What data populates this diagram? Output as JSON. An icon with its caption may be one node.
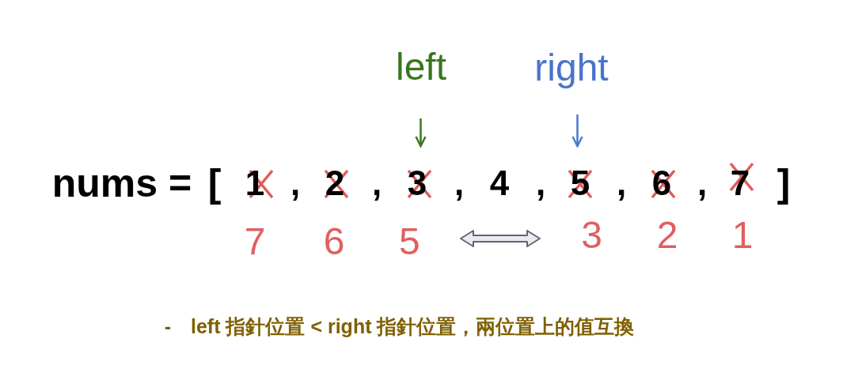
{
  "diagram": {
    "nodes": [
      {
        "text": [
          "left"
        ]
      },
      {
        "text": [
          "right"
        ]
      },
      {
        "text": [
          "1"
        ]
      },
      {
        "text": [
          "2"
        ]
      },
      {
        "text": [
          "3"
        ]
      },
      {
        "text": [
          "4"
        ]
      },
      {
        "text": [
          "5"
        ]
      },
      {
        "text": [
          "6"
        ]
      },
      {
        "text": [
          "7"
        ]
      },
      {
        "text": [
          "7"
        ]
      },
      {
        "text": [
          "6"
        ]
      },
      {
        "text": [
          "5"
        ]
      },
      {
        "text": [
          "3"
        ]
      },
      {
        "text": [
          "2"
        ]
      },
      {
        "text": [
          "1"
        ]
      }
    ],
    "edges": [
      {
        "from": 0,
        "to": 4,
        "arrow": "to",
        "color": "#38761d"
      },
      {
        "from": 1,
        "to": 6,
        "arrow": "to",
        "color": "#4a78d0"
      },
      {
        "from": 11,
        "to": 12,
        "arrow": "both"
      }
    ],
    "labels": [
      "nums =",
      "[",
      ",",
      ",",
      ",",
      ",",
      ",",
      ",",
      "]",
      "-",
      "left 指針位置 < right 指針位置，兩位置上的值互換"
    ]
  }
}
